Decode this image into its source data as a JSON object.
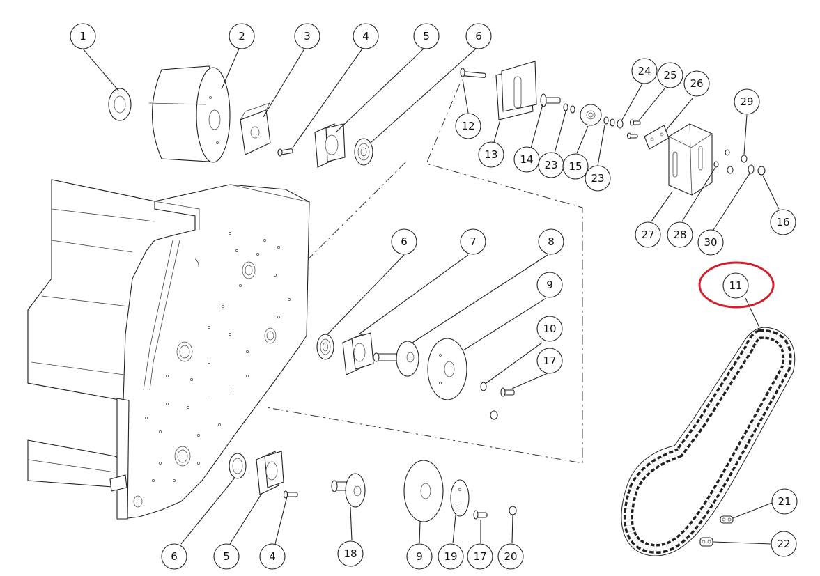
{
  "diagram": {
    "callouts": [
      {
        "id": "c1",
        "label": "1"
      },
      {
        "id": "c2",
        "label": "2"
      },
      {
        "id": "c3",
        "label": "3"
      },
      {
        "id": "c4a",
        "label": "4"
      },
      {
        "id": "c5a",
        "label": "5"
      },
      {
        "id": "c6a",
        "label": "6"
      },
      {
        "id": "c12",
        "label": "12"
      },
      {
        "id": "c13",
        "label": "13"
      },
      {
        "id": "c14",
        "label": "14"
      },
      {
        "id": "c23a",
        "label": "23"
      },
      {
        "id": "c15",
        "label": "15"
      },
      {
        "id": "c23b",
        "label": "23"
      },
      {
        "id": "c24",
        "label": "24"
      },
      {
        "id": "c25",
        "label": "25"
      },
      {
        "id": "c26",
        "label": "26"
      },
      {
        "id": "c29",
        "label": "29"
      },
      {
        "id": "c27",
        "label": "27"
      },
      {
        "id": "c28",
        "label": "28"
      },
      {
        "id": "c30",
        "label": "30"
      },
      {
        "id": "c16",
        "label": "16"
      },
      {
        "id": "c6b",
        "label": "6"
      },
      {
        "id": "c7",
        "label": "7"
      },
      {
        "id": "c8",
        "label": "8"
      },
      {
        "id": "c9a",
        "label": "9"
      },
      {
        "id": "c10",
        "label": "10"
      },
      {
        "id": "c17a",
        "label": "17"
      },
      {
        "id": "c11",
        "label": "11"
      },
      {
        "id": "c6c",
        "label": "6"
      },
      {
        "id": "c5b",
        "label": "5"
      },
      {
        "id": "c4b",
        "label": "4"
      },
      {
        "id": "c18",
        "label": "18"
      },
      {
        "id": "c9b",
        "label": "9"
      },
      {
        "id": "c19",
        "label": "19"
      },
      {
        "id": "c17b",
        "label": "17"
      },
      {
        "id": "c20",
        "label": "20"
      },
      {
        "id": "c21",
        "label": "21"
      },
      {
        "id": "c22",
        "label": "22"
      }
    ],
    "highlight": {
      "target": "11",
      "color": "#d0202a"
    },
    "colors": {
      "ink": "#222222",
      "background": "#ffffff"
    }
  }
}
